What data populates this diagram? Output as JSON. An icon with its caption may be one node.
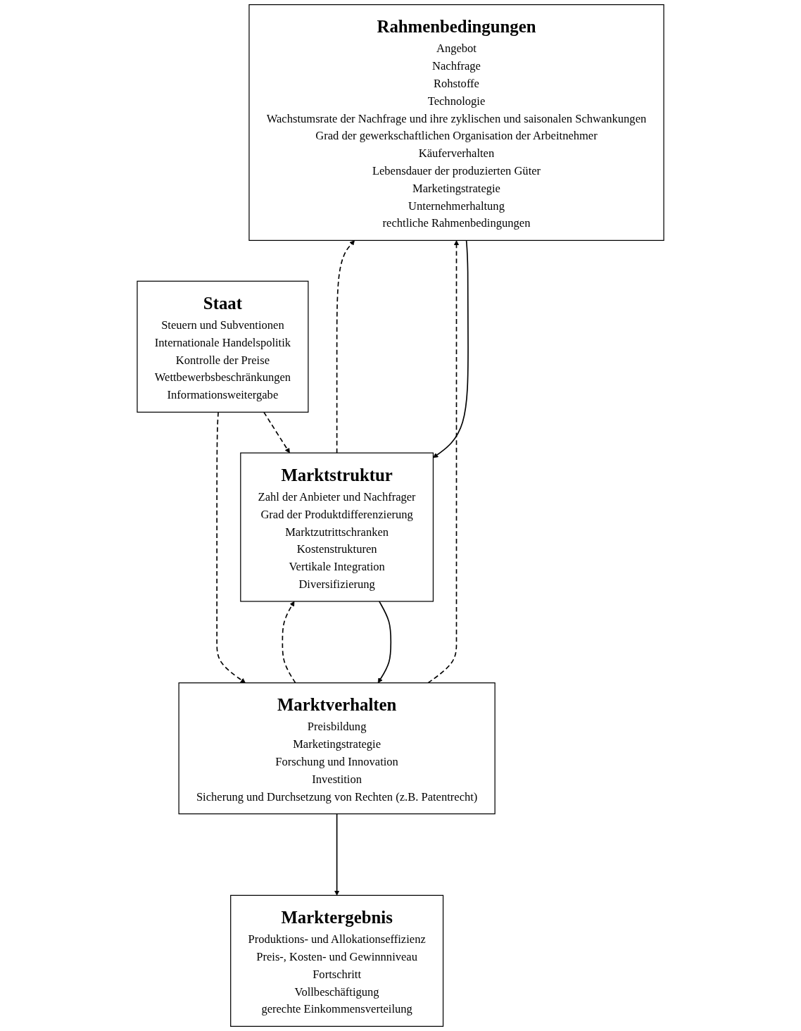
{
  "diagram": {
    "nodes": [
      {
        "text": [
          "Rahmenbedingungen",
          "Angebot",
          "Nachfrage",
          "Rohstoffe",
          "Technologie",
          "Wachstumsrate der Nachfrage und ihre zyklischen und saisonalen Schwankungen",
          "Grad der gewerkschaftlichen Organisation der Arbeitnehmer",
          "Käuferverhalten",
          "Lebensdauer der produzierten Güter",
          "Marketingstrategie",
          "Unternehmerhaltung",
          "rechtliche Rahmenbedingungen"
        ]
      },
      {
        "text": [
          "Marktstruktur",
          "Zahl der Anbieter und Nachfrager",
          "Grad der Produktdifferenzierung",
          "Marktzutrittschranken",
          "Kostenstrukturen",
          "Vertikale Integration",
          "Diversifizierung"
        ]
      },
      {
        "text": [
          "Marktverhalten",
          "Preisbildung",
          "Marketingstrategie",
          "Forschung und Innovation",
          "Investition",
          "Sicherung und Durchsetzung von Rechten (z.B. Patentrecht)"
        ]
      },
      {
        "text": [
          "Marktergebnis",
          "Produktions- und Allokationseffizienz",
          "Preis-, Kosten- und Gewinnniveau",
          "Fortschritt",
          "Vollbeschäftigung",
          "gerechte Einkommensverteilung"
        ]
      },
      {
        "text": [
          "Staat",
          "Steuern und Subventionen",
          "Internationale Handelspolitik",
          "Kontrolle der Preise",
          "Wettbewerbsbeschränkungen",
          "Informationsweitergabe"
        ]
      }
    ],
    "edges": [
      {
        "from": 0,
        "to": 1,
        "arrow": "to"
      },
      {
        "from": 1,
        "to": 2,
        "arrow": "to"
      },
      {
        "from": 2,
        "to": 3,
        "arrow": "to"
      },
      {
        "from": 1,
        "to": 0,
        "arrow": "to",
        "style": "dashed"
      },
      {
        "from": 2,
        "to": 1,
        "arrow": "to",
        "style": "dashed"
      },
      {
        "from": 2,
        "to": 0,
        "arrow": "to",
        "style": "dashed"
      },
      {
        "from": 4,
        "to": 1,
        "arrow": "to",
        "style": "dashed"
      },
      {
        "from": 4,
        "to": 2,
        "arrow": "to",
        "style": "dashed"
      }
    ]
  }
}
